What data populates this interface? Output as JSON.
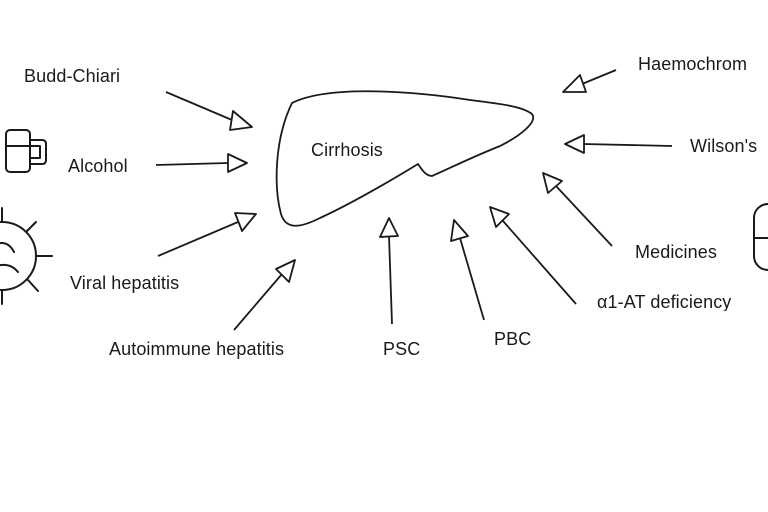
{
  "center": {
    "label": "Cirrhosis"
  },
  "causes": [
    {
      "id": "budd-chiari",
      "label": "Budd-Chiari"
    },
    {
      "id": "alcohol",
      "label": "Alcohol"
    },
    {
      "id": "viral-hepatitis",
      "label": "Viral hepatitis"
    },
    {
      "id": "autoimmune-hepatitis",
      "label": "Autoimmune hepatitis"
    },
    {
      "id": "psc",
      "label": "PSC"
    },
    {
      "id": "pbc",
      "label": "PBC"
    },
    {
      "id": "a1at",
      "label": "α1-AT deficiency"
    },
    {
      "id": "medicines",
      "label": "Medicines"
    },
    {
      "id": "wilsons",
      "label": "Wilson's"
    },
    {
      "id": "haemochromatosis",
      "label": "Haemochrom"
    }
  ],
  "icons": [
    "beer-mug-icon",
    "virus-icon",
    "pill-icon"
  ],
  "colors": {
    "ink": "#1a1a1a",
    "background": "#ffffff"
  }
}
